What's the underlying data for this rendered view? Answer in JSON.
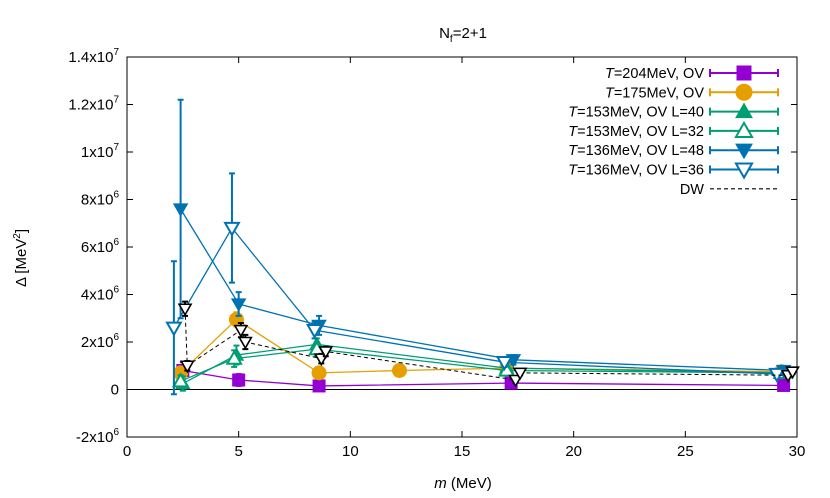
{
  "chart_data": {
    "type": "scatter",
    "title_main": "N",
    "title_sub": "f",
    "title_rest": "=2+1",
    "xlabel_italic": "m",
    "xlabel_rest": " (MeV)",
    "ylabel_main": "Δ [MeV",
    "ylabel_sup": "2",
    "ylabel_close": "]",
    "xlim": [
      0,
      30
    ],
    "ylim": [
      -2000000,
      14000000
    ],
    "xticks": [
      0,
      5,
      10,
      15,
      20,
      25,
      30
    ],
    "xtick_labels": [
      "0",
      "5",
      "10",
      "15",
      "20",
      "25",
      "30"
    ],
    "yticks": [
      {
        "value": 14000000,
        "mant": "1.4x10",
        "exp": "7"
      },
      {
        "value": 12000000,
        "mant": "1.2x10",
        "exp": "7"
      },
      {
        "value": 10000000,
        "mant": "1x10",
        "exp": "7"
      },
      {
        "value": 8000000,
        "mant": "8x10",
        "exp": "6"
      },
      {
        "value": 6000000,
        "mant": "6x10",
        "exp": "6"
      },
      {
        "value": 4000000,
        "mant": "4x10",
        "exp": "6"
      },
      {
        "value": 2000000,
        "mant": "2x10",
        "exp": "6"
      },
      {
        "value": 0,
        "mant": "0",
        "exp": ""
      },
      {
        "value": -2000000,
        "mant": "-2x10",
        "exp": "6"
      }
    ],
    "zero_line": true,
    "legend_position": "top-right",
    "series": [
      {
        "name": "=204MeV, OV",
        "name_prefix": "T",
        "color": "#9400d3",
        "marker": "square",
        "fill": true,
        "x": [
          2.5,
          5.0,
          8.6,
          17.2,
          29.4
        ],
        "y": [
          800000,
          400000,
          150000,
          270000,
          170000
        ],
        "err": [
          350000,
          250000,
          100000,
          100000,
          60000
        ]
      },
      {
        "name": "=175MeV, OV",
        "name_prefix": "T",
        "color": "#e69f00",
        "marker": "circle",
        "fill": true,
        "x": [
          2.4,
          4.9,
          8.6,
          12.2,
          17.0,
          29.3
        ],
        "y": [
          700000,
          2950000,
          700000,
          800000,
          900000,
          750000
        ],
        "err": [
          250000,
          300000,
          150000,
          100000,
          100000,
          80000
        ]
      },
      {
        "name": "=153MeV, OV L=40",
        "name_prefix": "T",
        "color": "#009e73",
        "marker": "triangle-up",
        "fill": true,
        "x": [
          2.5,
          4.9,
          8.5,
          17.0,
          29.5
        ],
        "y": [
          250000,
          1450000,
          1900000,
          900000,
          700000
        ],
        "err": [
          300000,
          400000,
          250000,
          150000,
          150000
        ]
      },
      {
        "name": "=153MeV, OV L=32",
        "name_prefix": "T",
        "color": "#009e73",
        "marker": "triangle-up",
        "fill": false,
        "x": [
          2.4,
          4.8,
          8.5,
          17.0,
          29.3
        ],
        "y": [
          350000,
          1300000,
          1700000,
          800000,
          700000
        ],
        "err": [
          250000,
          350000,
          300000,
          150000,
          150000
        ]
      },
      {
        "name": "=136MeV, OV L=48",
        "name_prefix": "T",
        "color": "#0072b2",
        "marker": "triangle-down",
        "fill": true,
        "x": [
          2.4,
          5.0,
          8.6,
          17.3,
          29.4
        ],
        "y": [
          7600000,
          3600000,
          2700000,
          1250000,
          800000
        ],
        "err": [
          4600000,
          500000,
          400000,
          200000,
          150000
        ]
      },
      {
        "name": "=136MeV, OV L=36",
        "name_prefix": "T",
        "color": "#0072b2",
        "marker": "triangle-down",
        "fill": false,
        "x": [
          2.1,
          4.7,
          8.4,
          16.9,
          29.1
        ],
        "y": [
          2600000,
          6800000,
          2500000,
          1150000,
          650000
        ],
        "err": [
          2800000,
          2300000,
          350000,
          200000,
          150000
        ]
      },
      {
        "name": "DW",
        "name_prefix": "",
        "color": "#000000",
        "marker": "dw",
        "fill": false,
        "dashed": true,
        "x": [
          2.6,
          2.7,
          5.1,
          5.3,
          8.7,
          8.9,
          17.4,
          17.6,
          29.6,
          29.8
        ],
        "y": [
          3400000,
          1000000,
          2500000,
          2000000,
          1300000,
          1600000,
          400000,
          700000,
          600000,
          750000
        ],
        "err": [
          300000,
          200000,
          300000,
          300000,
          200000,
          200000,
          100000,
          100000,
          100000,
          100000
        ]
      }
    ]
  }
}
